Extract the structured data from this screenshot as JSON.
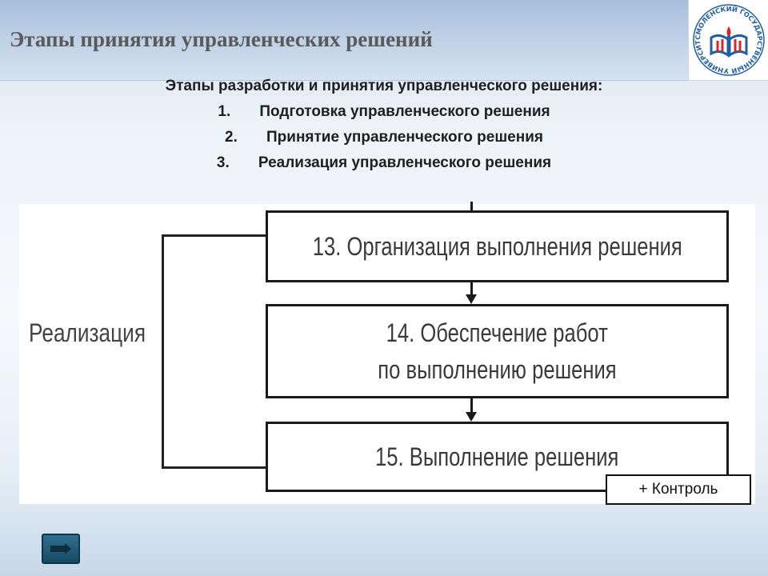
{
  "slide": {
    "title": "Этапы принятия управленческих решений"
  },
  "logo": {
    "ring_text": "СМОЛЕНСКИЙ ГОСУДАРСТВЕННЫЙ УНИВЕРСИТЕТ",
    "colors": {
      "blue": "#1f5fa8",
      "red": "#d9252a"
    }
  },
  "intro": {
    "heading": "Этапы разработки и принятия управленческого решения:",
    "items": [
      {
        "num": "1.",
        "text": "Подготовка управленческого решения"
      },
      {
        "num": "2.",
        "text": "Принятие управленческого решения"
      },
      {
        "num": "3.",
        "text": "Реализация управленческого решения"
      }
    ]
  },
  "diagram": {
    "stage_label": "Реализация",
    "boxes": [
      {
        "lines": [
          "13. Организация выполнения решения"
        ]
      },
      {
        "lines": [
          "14. Обеспечение работ",
          "по выполнению решения"
        ]
      },
      {
        "lines": [
          "15. Выполнение решения"
        ]
      }
    ],
    "note": "+ Контроль"
  },
  "navigation": {
    "button_icon": "play-next-icon"
  }
}
